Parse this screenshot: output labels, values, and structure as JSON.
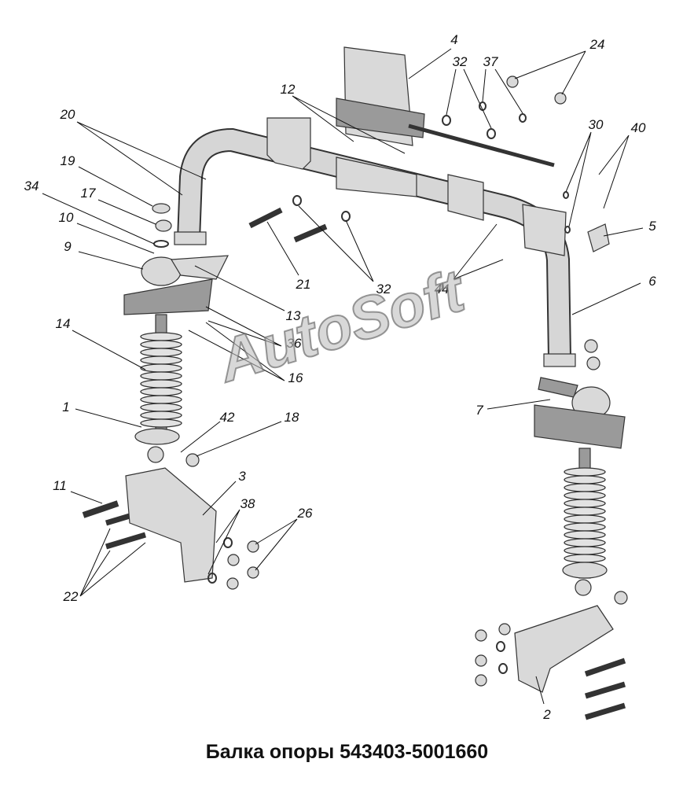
{
  "title": "Балка опоры 543403-5001660",
  "watermark": "AutoSoft",
  "callouts": [
    "4",
    "24",
    "32",
    "37",
    "12",
    "20",
    "30",
    "40",
    "19",
    "34",
    "17",
    "10",
    "9",
    "5",
    "21",
    "32",
    "44",
    "6",
    "13",
    "36",
    "14",
    "16",
    "1",
    "42",
    "18",
    "7",
    "11",
    "3",
    "38",
    "26",
    "22",
    "2"
  ]
}
